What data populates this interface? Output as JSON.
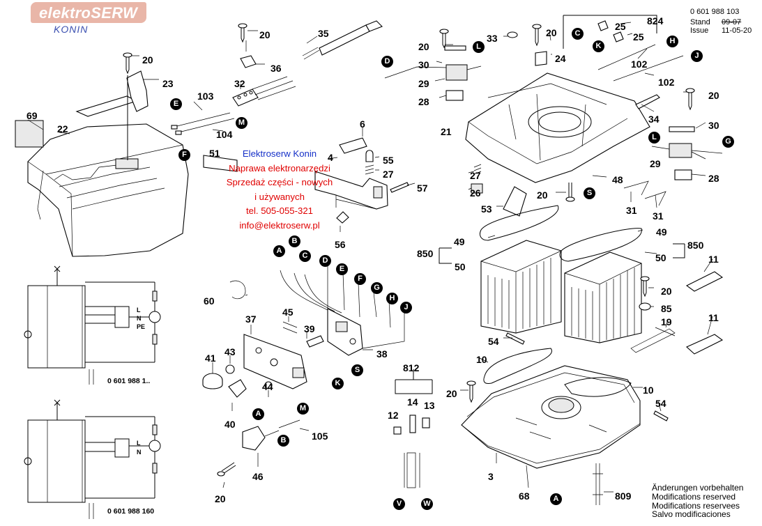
{
  "logo": {
    "brand": "elektroSERW",
    "city": "KONIN"
  },
  "advert": {
    "lines": [
      "Elektroserw Konin",
      "Naprawa elektronarzędzi",
      "Sprzedaż części - nowych",
      "i używanych",
      "tel. 505-055-321",
      "info@elektroserw.pl"
    ]
  },
  "header": {
    "part_number": "0 601 988 103",
    "stand_label": "Stand",
    "stand_value": "09-07",
    "issue_label": "Issue",
    "issue_value": "11-05-20"
  },
  "footer": {
    "lines": [
      "Änderungen vorbehalten",
      "Modifications reserved",
      "Modifications reservees",
      "Salvo modificaciones"
    ]
  },
  "schematics": [
    {
      "label": "0 601 988 1..",
      "terminals": [
        "L",
        "N",
        "PE"
      ]
    },
    {
      "label": "0 601 988 160",
      "terminals": [
        "L",
        "N"
      ]
    }
  ],
  "part_labels": [
    {
      "t": "20"
    },
    {
      "t": "23"
    },
    {
      "t": "69"
    },
    {
      "t": "22"
    },
    {
      "t": "20"
    },
    {
      "t": "35"
    },
    {
      "t": "36"
    },
    {
      "t": "32"
    },
    {
      "t": "103"
    },
    {
      "t": "104"
    },
    {
      "t": "51"
    },
    {
      "t": "6"
    },
    {
      "t": "4"
    },
    {
      "t": "55"
    },
    {
      "t": "27"
    },
    {
      "t": "57"
    },
    {
      "t": "56"
    },
    {
      "t": "60"
    },
    {
      "t": "37"
    },
    {
      "t": "45"
    },
    {
      "t": "39"
    },
    {
      "t": "43"
    },
    {
      "t": "41"
    },
    {
      "t": "44"
    },
    {
      "t": "40"
    },
    {
      "t": "38"
    },
    {
      "t": "105"
    },
    {
      "t": "46"
    },
    {
      "t": "20"
    },
    {
      "t": "20"
    },
    {
      "t": "30"
    },
    {
      "t": "29"
    },
    {
      "t": "28"
    },
    {
      "t": "33"
    },
    {
      "t": "20"
    },
    {
      "t": "24"
    },
    {
      "t": "25"
    },
    {
      "t": "25"
    },
    {
      "t": "824"
    },
    {
      "t": "102"
    },
    {
      "t": "102"
    },
    {
      "t": "20"
    },
    {
      "t": "34"
    },
    {
      "t": "21"
    },
    {
      "t": "30"
    },
    {
      "t": "29"
    },
    {
      "t": "28"
    },
    {
      "t": "27"
    },
    {
      "t": "26"
    },
    {
      "t": "20"
    },
    {
      "t": "48"
    },
    {
      "t": "31"
    },
    {
      "t": "31"
    },
    {
      "t": "53"
    },
    {
      "t": "49"
    },
    {
      "t": "850"
    },
    {
      "t": "50"
    },
    {
      "t": "49"
    },
    {
      "t": "850"
    },
    {
      "t": "50"
    },
    {
      "t": "11"
    },
    {
      "t": "20"
    },
    {
      "t": "85"
    },
    {
      "t": "19"
    },
    {
      "t": "11"
    },
    {
      "t": "54"
    },
    {
      "t": "10"
    },
    {
      "t": "812"
    },
    {
      "t": "12"
    },
    {
      "t": "14"
    },
    {
      "t": "13"
    },
    {
      "t": "20"
    },
    {
      "t": "10"
    },
    {
      "t": "54"
    },
    {
      "t": "3"
    },
    {
      "t": "68"
    },
    {
      "t": "809"
    }
  ],
  "badges": [
    {
      "t": "E"
    },
    {
      "t": "F"
    },
    {
      "t": "M"
    },
    {
      "t": "A"
    },
    {
      "t": "B"
    },
    {
      "t": "C"
    },
    {
      "t": "D"
    },
    {
      "t": "E"
    },
    {
      "t": "F"
    },
    {
      "t": "G"
    },
    {
      "t": "H"
    },
    {
      "t": "J"
    },
    {
      "t": "S"
    },
    {
      "t": "K"
    },
    {
      "t": "M"
    },
    {
      "t": "A"
    },
    {
      "t": "B"
    },
    {
      "t": "D"
    },
    {
      "t": "L"
    },
    {
      "t": "C"
    },
    {
      "t": "K"
    },
    {
      "t": "H"
    },
    {
      "t": "J"
    },
    {
      "t": "L"
    },
    {
      "t": "G"
    },
    {
      "t": "S"
    },
    {
      "t": "V"
    },
    {
      "t": "W"
    },
    {
      "t": "A"
    }
  ]
}
